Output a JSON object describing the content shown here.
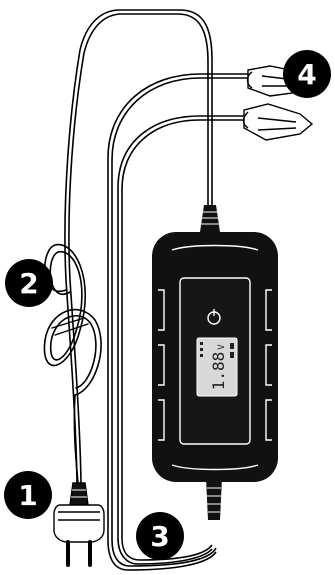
{
  "callouts": [
    {
      "number": "1",
      "part": "plug"
    },
    {
      "number": "2",
      "part": "power-cord"
    },
    {
      "number": "3",
      "part": "output-cable"
    },
    {
      "number": "4",
      "part": "battery-clamps"
    }
  ],
  "lcd": {
    "reading": "1.88",
    "unit": "V"
  },
  "colors": {
    "line": "#000000",
    "badge": "#000000",
    "body": "#111111",
    "lcd": "#d8d8d8"
  },
  "icons": [
    "power-button-icon"
  ]
}
